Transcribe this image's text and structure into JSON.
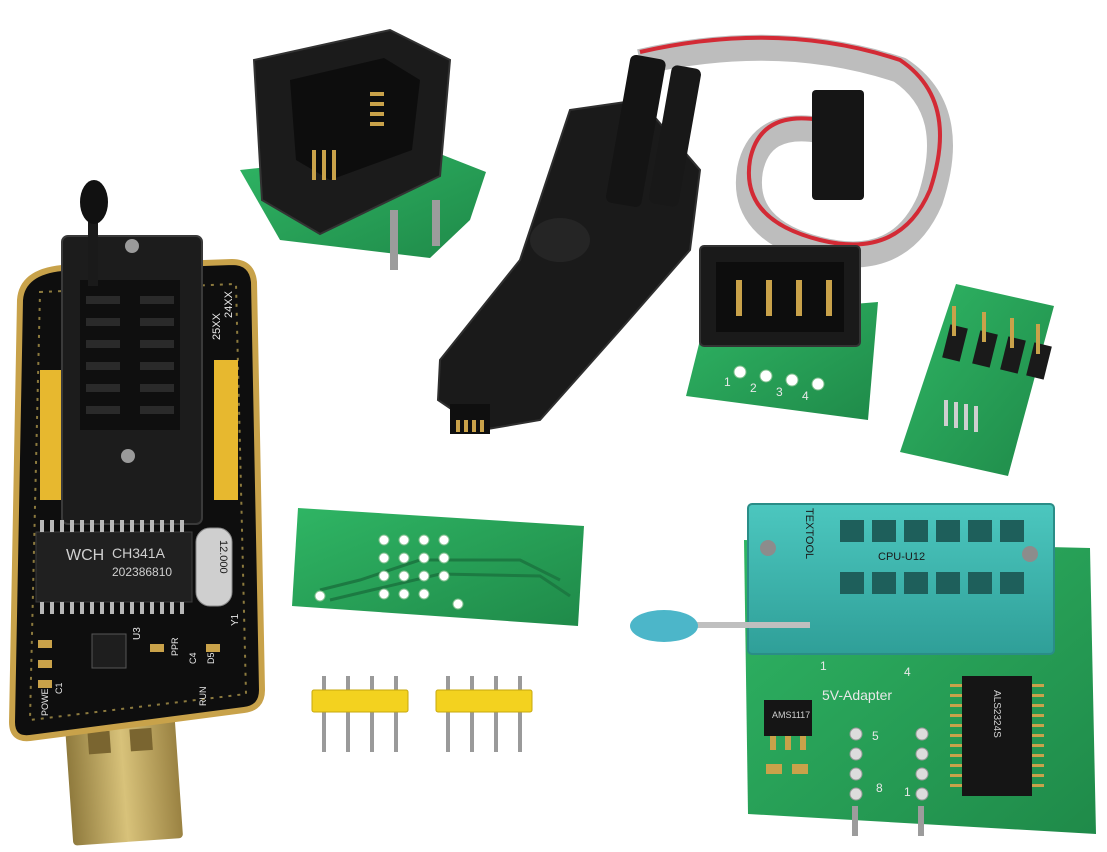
{
  "photo": {
    "programmer": {
      "chip_brand": "WCH",
      "chip_model": "CH341A",
      "chip_code": "202386810",
      "crystal": "12.000",
      "label_24xx": "24XX",
      "label_25xx": "25XX",
      "label_y1": "Y1",
      "label_ppr": "PPR",
      "label_c4": "C4",
      "label_d5": "D5",
      "label_run": "RUN",
      "label_u3": "U3",
      "label_power": "POWER",
      "label_c1": "C1"
    },
    "adapter_1v8": {
      "socket_top": "TEXTOOL",
      "socket_model": "CPU-U12",
      "chip_marking": "AMS1117",
      "ic_marking": "ALS2324S",
      "label_adapter": "5V-Adapter",
      "pin_label_1a": "1",
      "pin_label_4": "4",
      "pin_label_5": "5",
      "pin_label_8": "8",
      "pin_label_1b": "1"
    },
    "idc_adapter": {
      "pin_labels": [
        "1",
        "2",
        "3",
        "4"
      ]
    }
  },
  "colors": {
    "pcb_black": "#111111",
    "pcb_green": "#2aa35a",
    "gold_edge": "#c8a24a",
    "socket_teal": "#3fb9b2",
    "yellow_header": "#f3d21f",
    "ribbon_red": "#d32a35",
    "ribbon_grey": "#bdbdbd"
  }
}
